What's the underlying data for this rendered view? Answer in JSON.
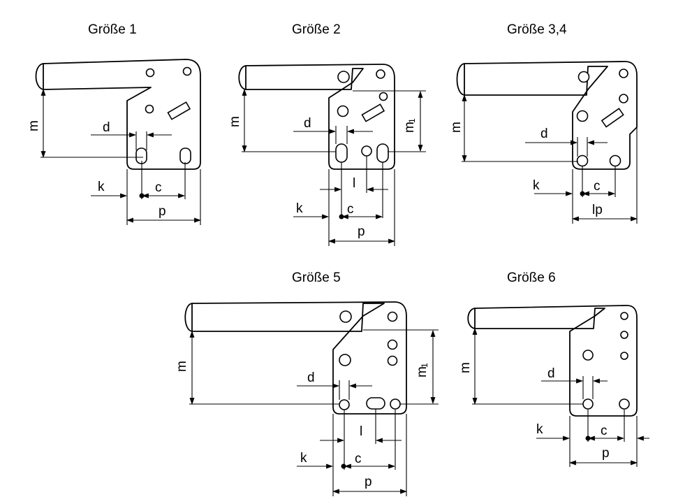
{
  "titles": {
    "size1": "Größe 1",
    "size2": "Größe 2",
    "size34": "Größe 3,4",
    "size5": "Größe 5",
    "size6": "Größe 6"
  },
  "labels": {
    "m": "m",
    "m1": "m",
    "m1_sub": "1",
    "d": "d",
    "k": "k",
    "c": "c",
    "p": "p",
    "l": "l",
    "lp": "lp"
  }
}
